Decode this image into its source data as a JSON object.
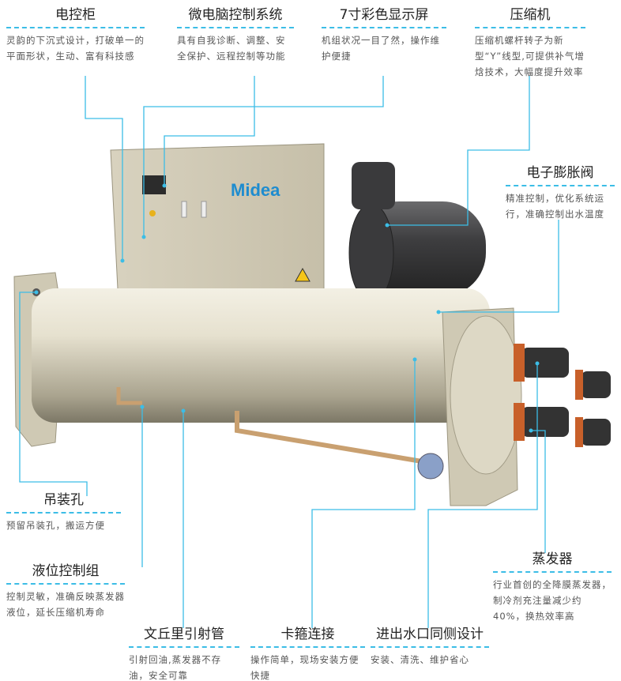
{
  "callouts": {
    "cabinet": {
      "title": "电控柜",
      "desc": "灵韵的下沉式设计，打破单一的平面形状，生动、富有科技感"
    },
    "micro": {
      "title": "微电脑控制系统",
      "desc": "具有自我诊断、调整、安全保护、远程控制等功能"
    },
    "display": {
      "title": "7寸彩色显示屏",
      "desc": "机组状况一目了然，操作维护便捷"
    },
    "compressor": {
      "title": "压缩机",
      "desc": "压缩机螺杆转子为新型“Y”线型,可提供补气增焓技术，大幅度提升效率"
    },
    "eev": {
      "title": "电子膨胀阀",
      "desc": "精准控制，优化系统运行，准确控制出水温度"
    },
    "lift": {
      "title": "吊装孔",
      "desc": "预留吊装孔，搬运方便"
    },
    "level": {
      "title": "液位控制组",
      "desc": "控制灵敏，准确反映蒸发器液位，延长压缩机寿命"
    },
    "evap": {
      "title": "蒸发器",
      "desc": "行业首创的全降膜蒸发器，制冷剂充注量减少约40%，换热效率高"
    },
    "venturi": {
      "title": "文丘里引射管",
      "desc": "引射回油,蒸发器不存油，安全可靠"
    },
    "clamp": {
      "title": "卡箍连接",
      "desc": "操作简单，现场安装方便快捷"
    },
    "water": {
      "title": "进出水口同侧设计",
      "desc": "安装、清洗、维护省心"
    }
  },
  "brand": {
    "logo": "Midea"
  },
  "colors": {
    "accent": "#3cbde6",
    "body": "#d8d2bd",
    "compressor": "#4a4a4c"
  }
}
